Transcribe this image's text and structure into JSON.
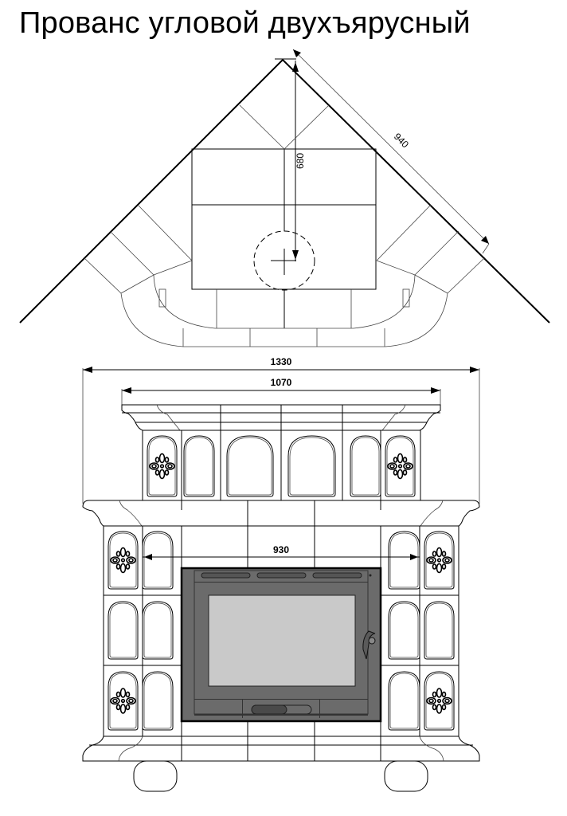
{
  "title": "Прованс угловой двухъярусный",
  "plan_view": {
    "depth_dim": "680",
    "side_dim": "940"
  },
  "front_view": {
    "overall_width_dim": "1330",
    "cornice_width_dim": "1070",
    "firebox_opening_dim": "930"
  },
  "colors": {
    "firebox_frame": "#6b6b6b",
    "glass": "#c9c9c9",
    "line": "#000000"
  }
}
